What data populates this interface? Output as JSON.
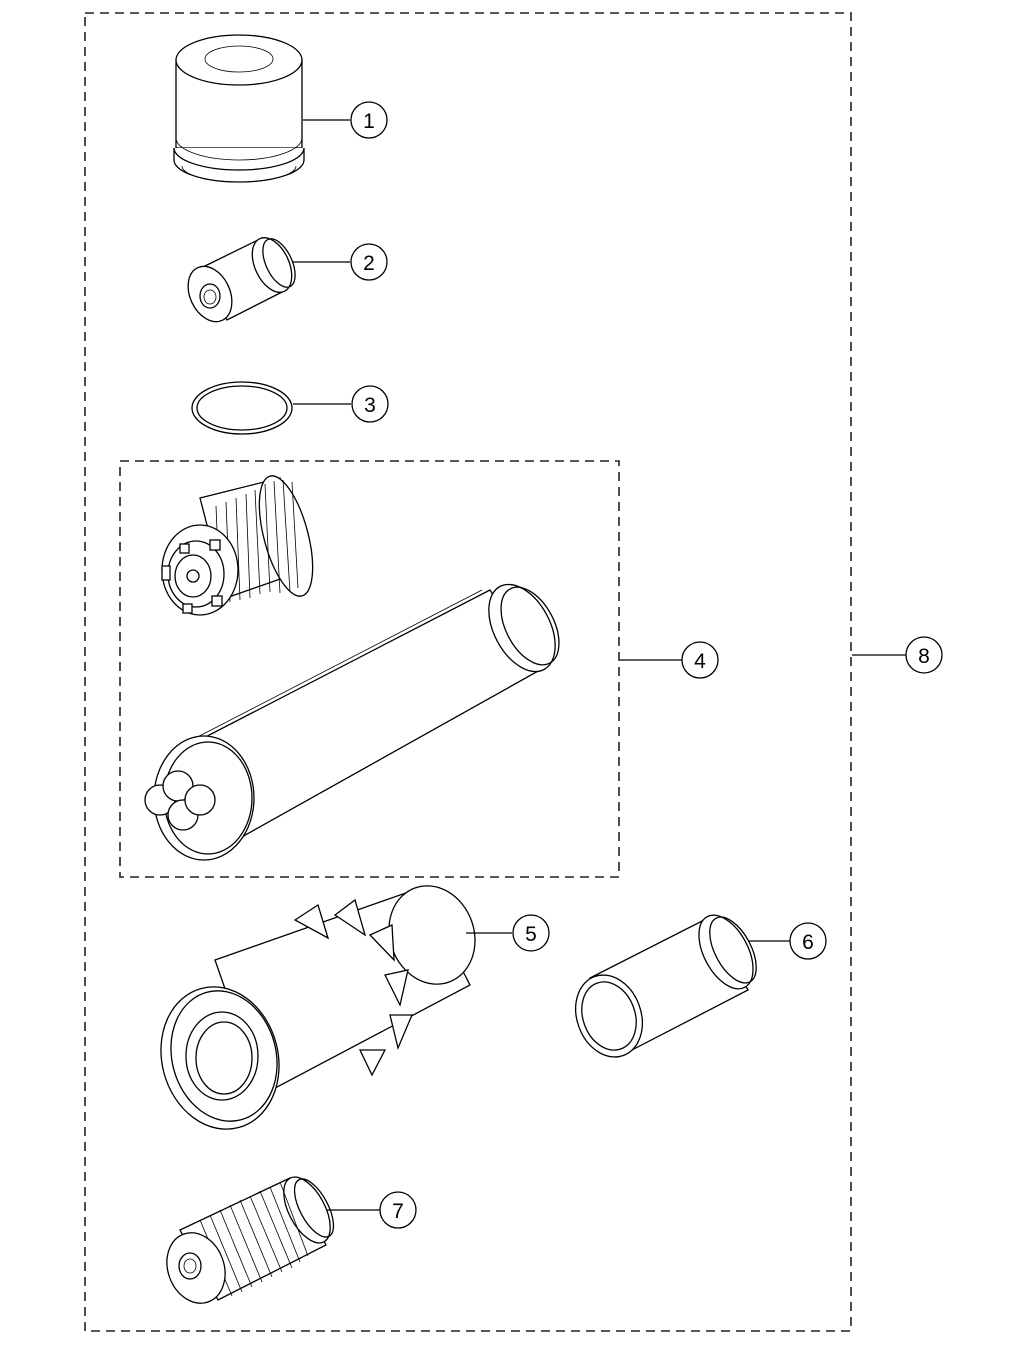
{
  "callouts": [
    {
      "id": "1",
      "label": "1"
    },
    {
      "id": "2",
      "label": "2"
    },
    {
      "id": "3",
      "label": "3"
    },
    {
      "id": "4",
      "label": "4"
    },
    {
      "id": "5",
      "label": "5"
    },
    {
      "id": "6",
      "label": "6"
    },
    {
      "id": "7",
      "label": "7"
    },
    {
      "id": "8",
      "label": "8"
    }
  ],
  "parts": [
    {
      "callout": "1",
      "depiction": "oil-filter-canister"
    },
    {
      "callout": "2",
      "depiction": "small-cartridge-filter"
    },
    {
      "callout": "3",
      "depiction": "o-ring-seal"
    },
    {
      "callout": "4",
      "depiction": "air-filter-element-set"
    },
    {
      "callout": "5",
      "depiction": "finned-air-filter"
    },
    {
      "callout": "6",
      "depiction": "cylindrical-filter-element"
    },
    {
      "callout": "7",
      "depiction": "pleated-filter-cartridge"
    },
    {
      "callout": "8",
      "depiction": "filter-kit-group"
    }
  ]
}
